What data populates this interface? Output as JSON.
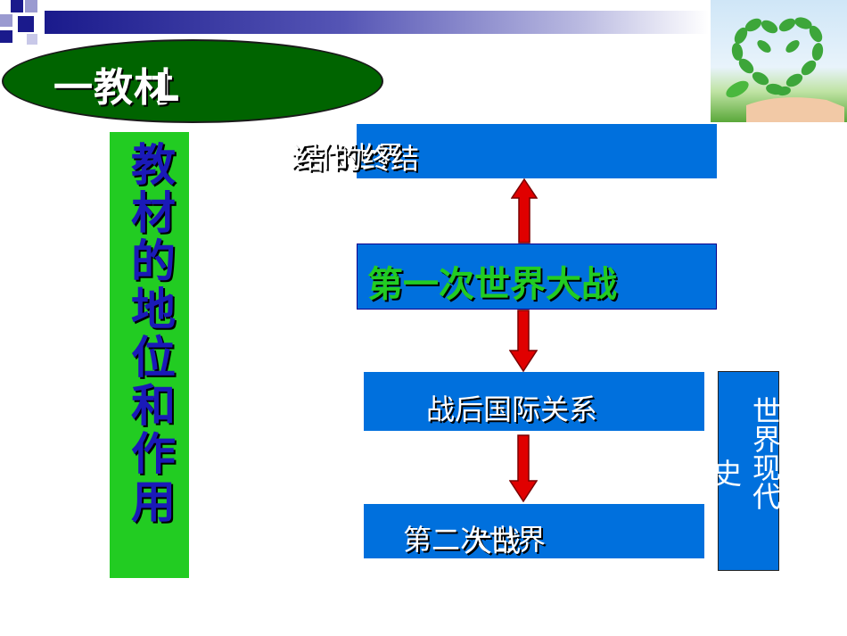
{
  "slide": {
    "title": "一教材",
    "title_overlap": "L",
    "side_label": "教材的地位和作用",
    "flow": {
      "top_line_a": "近代世界",
      "top_line_b": "结 的终结",
      "top_line_text": "近代世界史的终结",
      "middle": "第一次世界大战",
      "lower": "战后国际关系",
      "bottom_a": "第二次世界",
      "bottom_b": "大战"
    },
    "side_note_main": "世界现代",
    "side_note_extra": "史"
  },
  "colors": {
    "box_blue": "#0070dd",
    "ellipse_green": "#006400",
    "side_green": "#22cc22",
    "side_text_blue": "#1a1ab8",
    "arrow_red": "#e00000"
  }
}
